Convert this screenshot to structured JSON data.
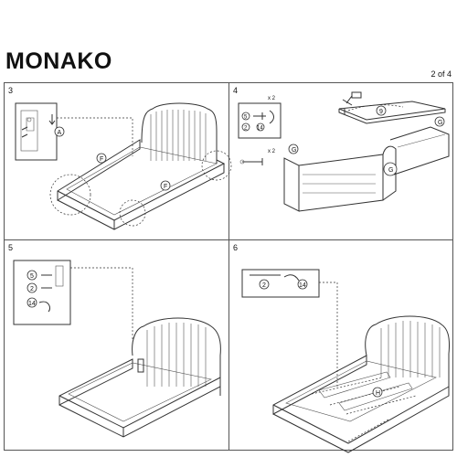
{
  "header": {
    "title": "MONAKO",
    "page": "2 of 4"
  },
  "steps": [
    "3",
    "4",
    "5",
    "6"
  ],
  "callouts": {
    "A": "A",
    "F": "F",
    "G": "G",
    "H": "H",
    "n2": "2",
    "n5": "5",
    "n9": "9",
    "n14": "14",
    "x2": "x 2"
  }
}
